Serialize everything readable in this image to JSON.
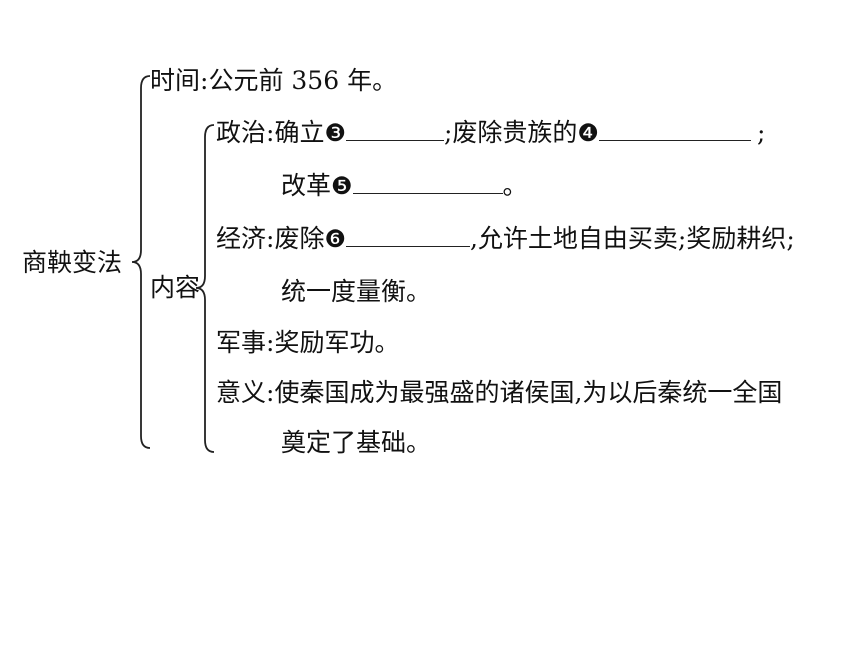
{
  "root": {
    "label": "商鞅变法"
  },
  "time": {
    "label": "时间",
    "sep": ":",
    "text": "公元前 356 年。"
  },
  "content": {
    "label": "内容",
    "politics": {
      "label": "政治",
      "sep": ":",
      "pre1": "确立",
      "mark1": "❸",
      "mid": ";废除贵族的",
      "mark2": "❹",
      "end1": ";",
      "pre2": "改革",
      "mark3": "❺",
      "end2": "。"
    },
    "economy": {
      "label": "经济",
      "sep": ":",
      "pre": "废除",
      "mark": "❻",
      "post": ",允许土地自由买卖;奖励耕织;",
      "line2": "统一度量衡。"
    },
    "military": {
      "label": "军事",
      "sep": ":",
      "text": "奖励军功。"
    },
    "significance": {
      "label": "意义",
      "sep": ":",
      "line1": "使秦国成为最强盛的诸侯国,为以后秦统一全国",
      "line2": "奠定了基础。"
    }
  }
}
